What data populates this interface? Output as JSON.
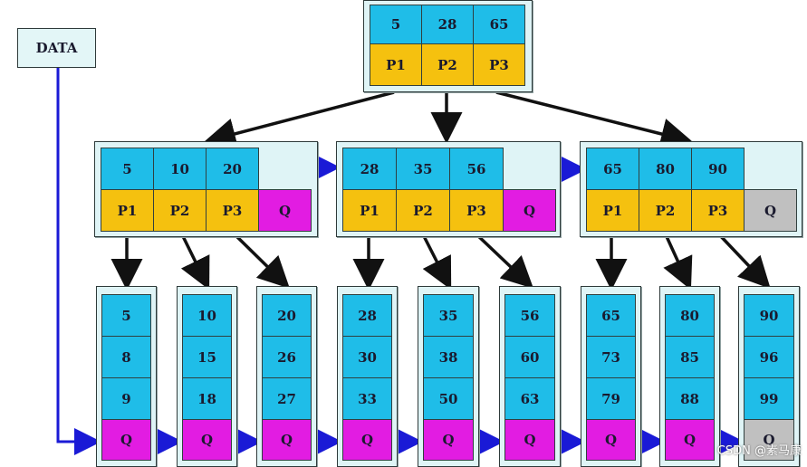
{
  "data_label": "DATA",
  "root": {
    "keys": [
      "5",
      "28",
      "65"
    ],
    "ptrs": [
      "P1",
      "P2",
      "P3"
    ]
  },
  "internal": [
    {
      "keys": [
        "5",
        "10",
        "20"
      ],
      "ptrs": [
        "P1",
        "P2",
        "P3"
      ],
      "q": "Q"
    },
    {
      "keys": [
        "28",
        "35",
        "56"
      ],
      "ptrs": [
        "P1",
        "P2",
        "P3"
      ],
      "q": "Q"
    },
    {
      "keys": [
        "65",
        "80",
        "90"
      ],
      "ptrs": [
        "P1",
        "P2",
        "P3"
      ],
      "q": "Q"
    }
  ],
  "leaves": [
    {
      "keys": [
        "5",
        "8",
        "9"
      ],
      "q": "Q"
    },
    {
      "keys": [
        "10",
        "15",
        "18"
      ],
      "q": "Q"
    },
    {
      "keys": [
        "20",
        "26",
        "27"
      ],
      "q": "Q"
    },
    {
      "keys": [
        "28",
        "30",
        "33"
      ],
      "q": "Q"
    },
    {
      "keys": [
        "35",
        "38",
        "50"
      ],
      "q": "Q"
    },
    {
      "keys": [
        "56",
        "60",
        "63"
      ],
      "q": "Q"
    },
    {
      "keys": [
        "65",
        "73",
        "79"
      ],
      "q": "Q"
    },
    {
      "keys": [
        "80",
        "85",
        "88"
      ],
      "q": "Q"
    },
    {
      "keys": [
        "90",
        "96",
        "99"
      ],
      "q": "Q"
    }
  ],
  "watermark": "CSDN @素马康",
  "colors": {
    "key": "#1fbde8",
    "pointer": "#f5c10f",
    "link": "#e21ce2",
    "end": "#c0c0c0",
    "arrow_link": "#1a1ad6",
    "arrow_tree": "#111111"
  }
}
